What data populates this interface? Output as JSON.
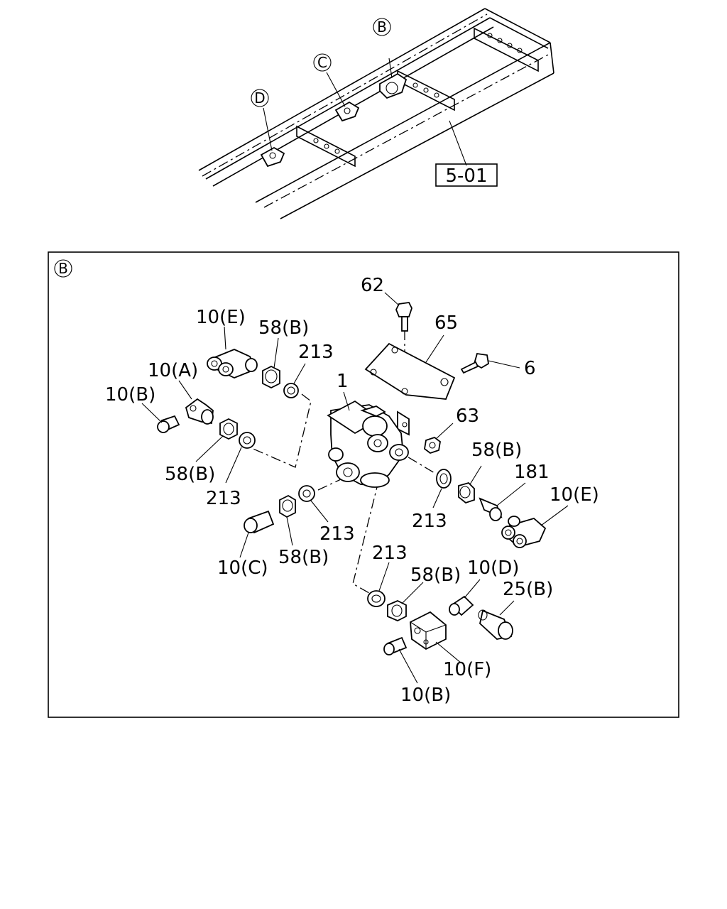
{
  "overview": {
    "callouts": {
      "b": "B",
      "c": "C",
      "d": "D"
    },
    "ref_box": "5-01"
  },
  "detail": {
    "view_label": "B",
    "labels": {
      "p62": "62",
      "p65": "65",
      "p6": "6",
      "p63": "63",
      "p1": "1",
      "p10e_top": "10(E)",
      "p58b_top": "58(B)",
      "p213_top": "213",
      "p10a": "10(A)",
      "p10b_left": "10(B)",
      "p58b_left": "58(B)",
      "p213_left": "213",
      "p10c": "10(C)",
      "p58b_mid": "58(B)",
      "p213_mid": "213",
      "p58b_right": "58(B)",
      "p181": "181",
      "p10e_right": "10(E)",
      "p213_right": "213",
      "p213_bottom": "213",
      "p58b_bottom": "58(B)",
      "p10d": "10(D)",
      "p25b": "25(B)",
      "p10f": "10(F)",
      "p10b_bottom": "10(B)"
    }
  }
}
